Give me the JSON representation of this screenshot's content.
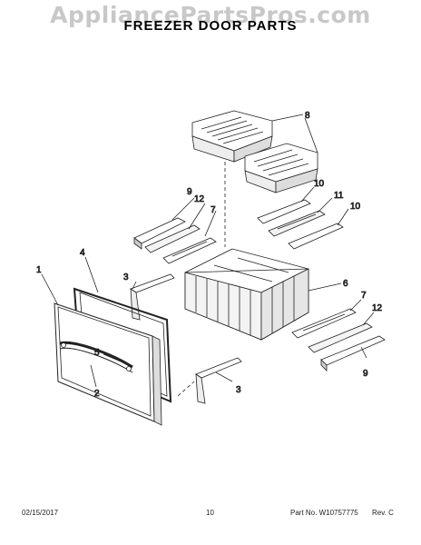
{
  "watermark": "AppliancePartsPros.com",
  "title": "FREEZER DOOR PARTS",
  "callouts": {
    "c1": "1",
    "c2": "2",
    "c3a": "3",
    "c3b": "3",
    "c4": "4",
    "c5": "5",
    "c6": "6",
    "c7a": "7",
    "c7b": "7",
    "c8": "8",
    "c9a": "9",
    "c9b": "9",
    "c10a": "10",
    "c10b": "10",
    "c11": "11",
    "c12a": "12",
    "c12b": "12"
  },
  "footer": {
    "date": "02/15/2017",
    "page": "10",
    "part_number": "Part No. W10757775",
    "revision": "Rev. C"
  }
}
